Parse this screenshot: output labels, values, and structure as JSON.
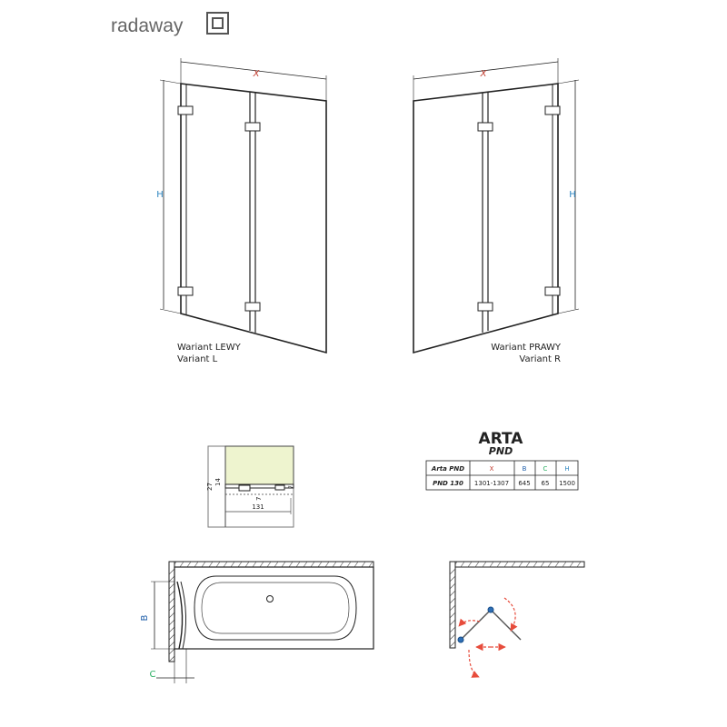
{
  "brand": {
    "name": "radaway"
  },
  "colors": {
    "x": "#c0392b",
    "h": "#2e86c1",
    "b": "#1f5faa",
    "c": "#27ae60",
    "arrow": "#e74c3c",
    "glass": "#eef4cf",
    "line": "#222222",
    "gray": "#777777"
  },
  "views": {
    "left": {
      "dim_x": "X",
      "dim_h": "H",
      "label_line1": "Wariant LEWY",
      "label_line2": "Variant L"
    },
    "right": {
      "dim_x": "X",
      "dim_h": "H",
      "label_line1": "Wariant PRAWY",
      "label_line2": "Variant R"
    }
  },
  "product": {
    "name": "ARTA",
    "subname": "PND"
  },
  "table": {
    "headers": [
      "Arta PND",
      "X",
      "B",
      "C",
      "H"
    ],
    "rows": [
      [
        "PND 130",
        "1301-1307",
        "645",
        "65",
        "1500"
      ]
    ]
  },
  "detail": {
    "dim_27": "27",
    "dim_14": "14",
    "dim_7": "7",
    "dim_131": "131"
  },
  "bathtub": {
    "dim_b": "B",
    "dim_c": "C"
  }
}
